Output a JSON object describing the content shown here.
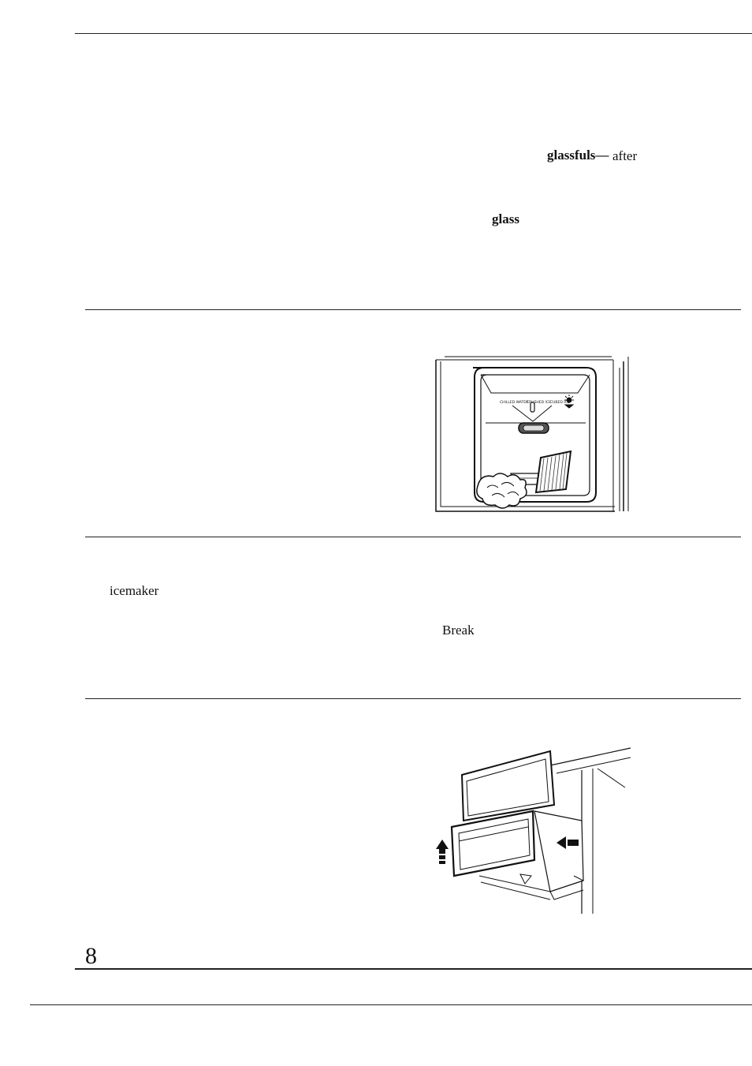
{
  "page": {
    "number": "8"
  },
  "fragments": {
    "glassfuls_bold": "glassfuls—",
    "after": "after",
    "glass_bold": "glass",
    "icemaker": "icemaker",
    "break": "Break"
  },
  "figure_dispenser": {
    "label_chilled_water": "CHILLED WATER",
    "label_crushed_ice": "CRUSHED ICE",
    "label_cubed_ice": "CUBED ICE",
    "icon": "light-icon"
  },
  "figure_drawer": {
    "icon_up": "arrow-up-icon",
    "icon_left": "arrow-left-icon"
  }
}
